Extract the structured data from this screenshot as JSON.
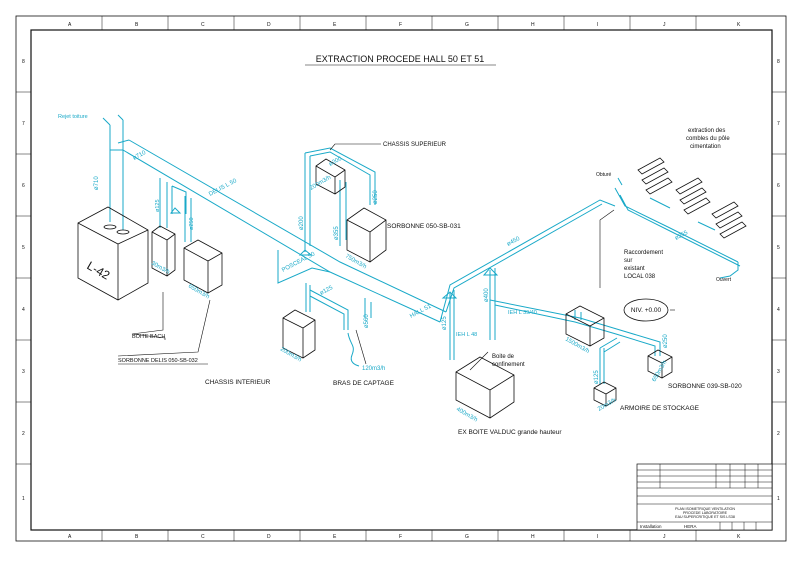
{
  "drawing": {
    "title": "EXTRACTION PROCEDE HALL 50 ET 51",
    "columns": [
      "A",
      "B",
      "C",
      "D",
      "E",
      "F",
      "G",
      "H",
      "I",
      "J",
      "K"
    ],
    "rows": [
      "8",
      "7",
      "6",
      "5",
      "4",
      "3",
      "2",
      "1"
    ],
    "colors": {
      "duct": "#19a9c8",
      "ink": "#111111",
      "background": "#ffffff"
    }
  },
  "labels": {
    "rejet_toiture": "Rejet toiture",
    "d710_v": "ø710",
    "d710_d": "ø710",
    "delis": "DELIS L 50",
    "d125_a": "ø125",
    "d250_a": "ø250",
    "l42": "L-42",
    "flow_30": "30m3/h",
    "flow_650a": "650m3/h",
    "boite_bach": "BOITE BACH",
    "sorbonne_delis": "SORBONNE DELIS 050-SB-032",
    "chassis_inf": "CHASSIS INTERIEUR",
    "chassis_sup": "CHASSIS SUPERIEUR",
    "d200_a": "ø200",
    "flow_200a": "200m3/h",
    "d250_b": "ø250",
    "d200_b": "ø200",
    "d355_a": "ø355",
    "sorbonne_031": "SORBONNE 050-SB-031",
    "flow_750": "750m3/h",
    "posceal": "POSCEAL 50",
    "d125_b": "ø125",
    "d560": "ø560",
    "hall51": "HALL 51",
    "flow_200b": "200m3/h",
    "flow_120": "120m3/h",
    "bras": "BRAS DE CAPTAGE",
    "d450": "ø450",
    "d125_c": "ø125",
    "d400": "ø400",
    "ieh48": "IEH L 48",
    "ieh39": "IEH L 39/40",
    "boite_conf_1": "Boite de",
    "boite_conf_2": "confinement",
    "flow_400": "400m3/h",
    "valduc": "EX BOITE VALDUC grande hauteur",
    "obture": "Obturé",
    "racc_1": "Raccordement",
    "racc_2": "sur",
    "racc_3": "existant",
    "racc_4": "LOCAL 038",
    "extraction_1": "extraction des",
    "extraction_2": "combles du pôle",
    "extraction_3": "cimentation",
    "d355_b": "ø355",
    "ouvert": "Ouvert",
    "niv": "NIV. +0.00",
    "flow_1500": "1500m3/h",
    "d250_c": "ø250",
    "flow_650b": "650m3/h",
    "sorbonne_020": "SORBONNE 039-SB-020",
    "d125_d": "ø125",
    "flow_20": "20m3/h",
    "armoire": "ARMOIRE DE STOCKAGE"
  },
  "title_block": {
    "plan_1": "PLAN ISOMETRIQUE VENTILATION",
    "plan_2": "PROCEDE LABORATOIRE",
    "plan_3": "EAU SUPERCRITIQUE ET SIS LS38",
    "installation": "Installation",
    "install_name": "HERA"
  }
}
